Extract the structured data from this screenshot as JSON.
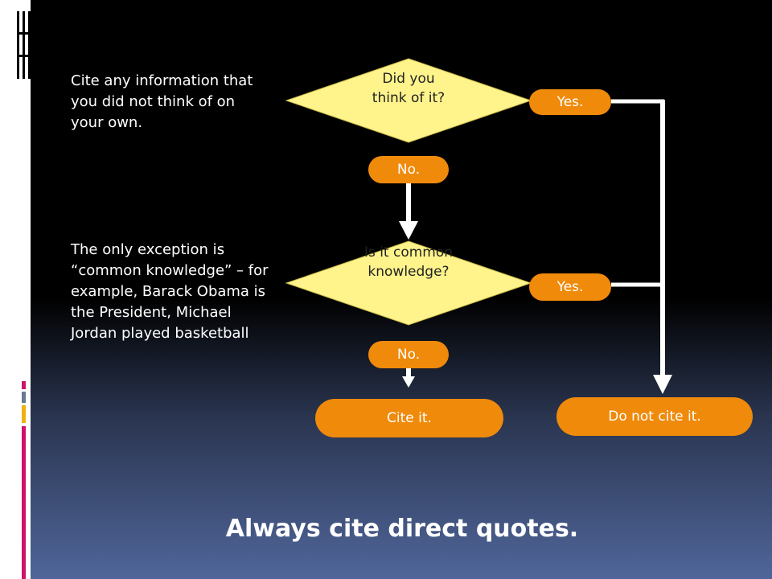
{
  "intro_text": "Cite any information that you did not think of on your own.",
  "exception_text": "The only exception is “common knowledge” – for example, Barack Obama is the President, Michael Jordan played basketball",
  "flowchart": {
    "decision_1": "Did you think of it?",
    "decision_2": "Is it common knowledge?",
    "yes_1": "Yes.",
    "no_1": "No.",
    "yes_2": "Yes.",
    "no_2": "No.",
    "outcome_cite": "Cite it.",
    "outcome_do_not_cite": "Do not cite it."
  },
  "footer": "Always cite direct quotes.",
  "colors": {
    "decision_fill": "#fff48c",
    "outcome_fill": "#ef8a0b",
    "connector": "#ffffff"
  }
}
